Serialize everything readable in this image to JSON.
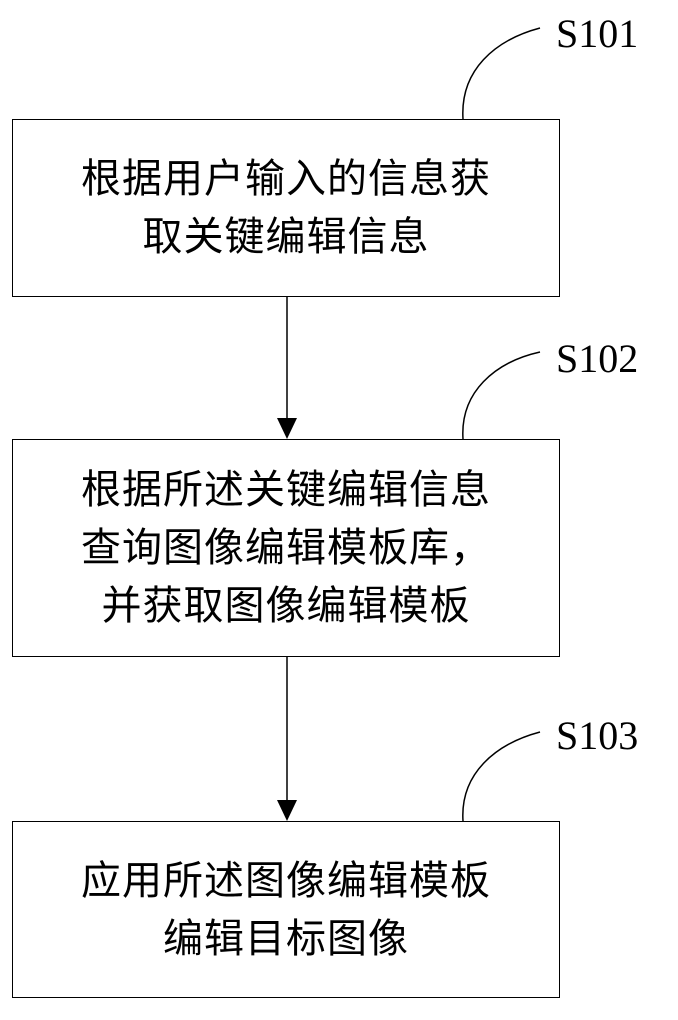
{
  "steps": [
    {
      "id": "S101",
      "text": "根据用户输入的信息获\n取关键编辑信息"
    },
    {
      "id": "S102",
      "text": "根据所述关键编辑信息\n查询图像编辑模板库，\n并获取图像编辑模板"
    },
    {
      "id": "S103",
      "text": "应用所述图像编辑模板\n编辑目标图像"
    }
  ]
}
